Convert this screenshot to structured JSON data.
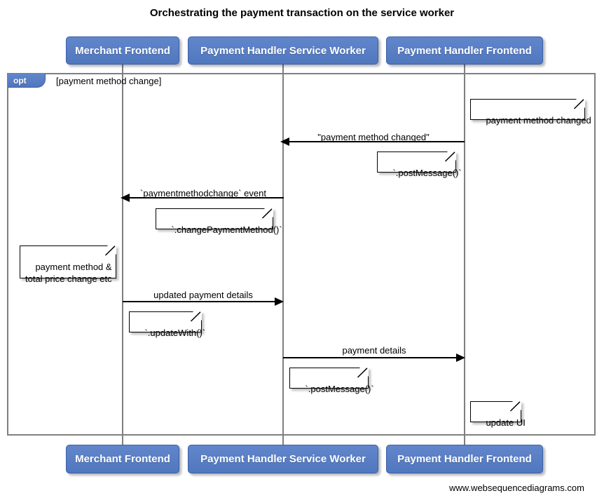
{
  "title": "Orchestrating the payment transaction on the service worker",
  "footer": "www.websequencediagrams.com",
  "colors": {
    "participant_fill": "#5B7FC7",
    "participant_border": "#3A5FA8",
    "participant_text": "#FFFFFF",
    "frame_border": "#808080",
    "lifeline": "#7F7F7F",
    "note_fill": "#FFFFFF",
    "note_border": "#000000",
    "arrow": "#000000",
    "background": "#FFFFFF"
  },
  "participants": [
    {
      "id": "merchant-frontend",
      "label": "Merchant Frontend"
    },
    {
      "id": "payment-handler-service-worker",
      "label": "Payment Handler Service Worker"
    },
    {
      "id": "payment-handler-frontend",
      "label": "Payment Handler Frontend"
    }
  ],
  "fragment": {
    "type": "opt",
    "tab_label": "opt",
    "guard": "[payment method change]"
  },
  "messages": [
    {
      "id": "payment-method-changed",
      "label": "\"payment method changed\"",
      "from": "payment-handler-frontend",
      "to": "payment-handler-service-worker",
      "direction": "left"
    },
    {
      "id": "paymentmethodchange-event",
      "label": "`paymentmethodchange` event",
      "from": "payment-handler-service-worker",
      "to": "merchant-frontend",
      "direction": "left"
    },
    {
      "id": "updated-payment-details",
      "label": "updated payment details",
      "from": "merchant-frontend",
      "to": "payment-handler-service-worker",
      "direction": "right"
    },
    {
      "id": "payment-details",
      "label": "payment details",
      "from": "payment-handler-service-worker",
      "to": "payment-handler-frontend",
      "direction": "right"
    }
  ],
  "notes": [
    {
      "id": "note-payment-method-changed",
      "text": "payment method changed",
      "over": "payment-handler-frontend"
    },
    {
      "id": "note-post-message-1",
      "text": "`.postMessage()`",
      "over": "payment-handler-frontend"
    },
    {
      "id": "note-change-payment-method",
      "text": "`.changePaymentMethod()`",
      "over": "payment-handler-service-worker"
    },
    {
      "id": "note-payment-method-total-price",
      "text": "payment method &\ntotal price change etc",
      "over": "merchant-frontend"
    },
    {
      "id": "note-update-with",
      "text": "`.updateWith()`",
      "over": "merchant-frontend"
    },
    {
      "id": "note-post-message-2",
      "text": "`.postMessage()`",
      "over": "payment-handler-service-worker"
    },
    {
      "id": "note-update-ui",
      "text": "update UI",
      "over": "payment-handler-frontend"
    }
  ]
}
